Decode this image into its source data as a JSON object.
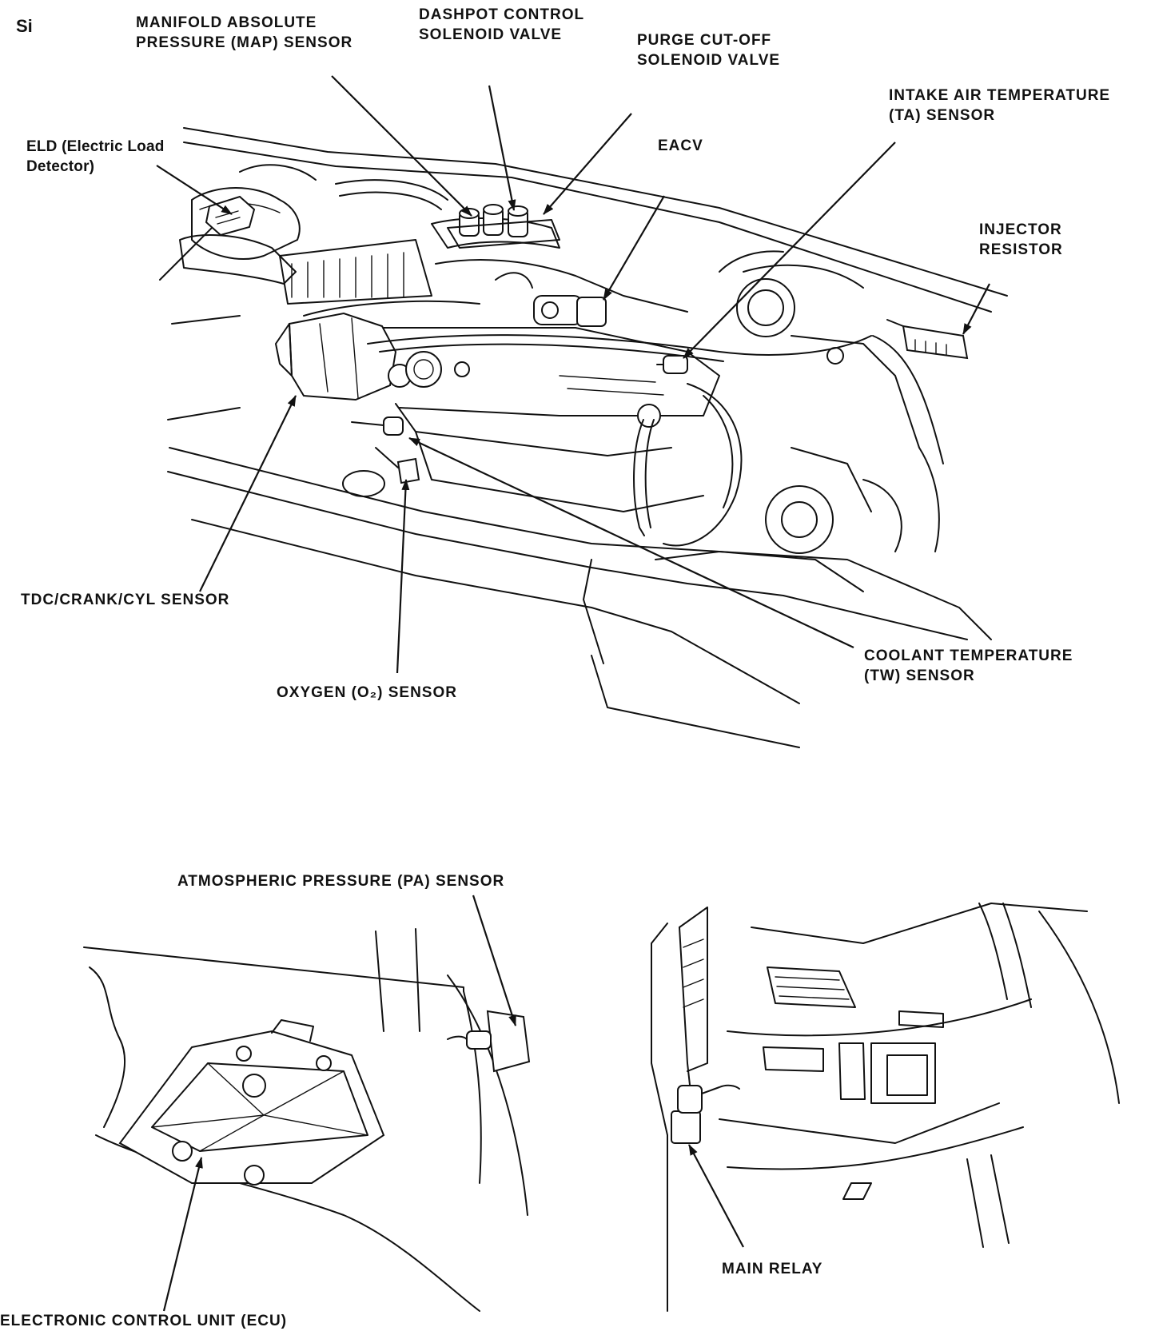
{
  "labels": {
    "model": "Si",
    "map_sensor": [
      "MANIFOLD ABSOLUTE",
      "PRESSURE (MAP) SENSOR"
    ],
    "dashpot_valve": [
      "DASHPOT CONTROL",
      "SOLENOID VALVE"
    ],
    "purge_valve": [
      "PURGE CUT-OFF",
      "SOLENOID VALVE"
    ],
    "intake_air_temp": [
      "INTAKE AIR TEMPERATURE",
      "(TA) SENSOR"
    ],
    "eld": [
      "ELD (Electric Load",
      "Detector)"
    ],
    "eacv": "EACV",
    "injector_resistor": [
      "INJECTOR",
      "RESISTOR"
    ],
    "tdc_sensor": "TDC/CRANK/CYL SENSOR",
    "oxygen_sensor": "OXYGEN (O₂) SENSOR",
    "coolant_temp": [
      "COOLANT TEMPERATURE",
      "(TW) SENSOR"
    ],
    "pa_sensor": "ATMOSPHERIC PRESSURE (PA) SENSOR",
    "ecu": "ELECTRONIC CONTROL UNIT (ECU)",
    "main_relay": "MAIN RELAY"
  }
}
